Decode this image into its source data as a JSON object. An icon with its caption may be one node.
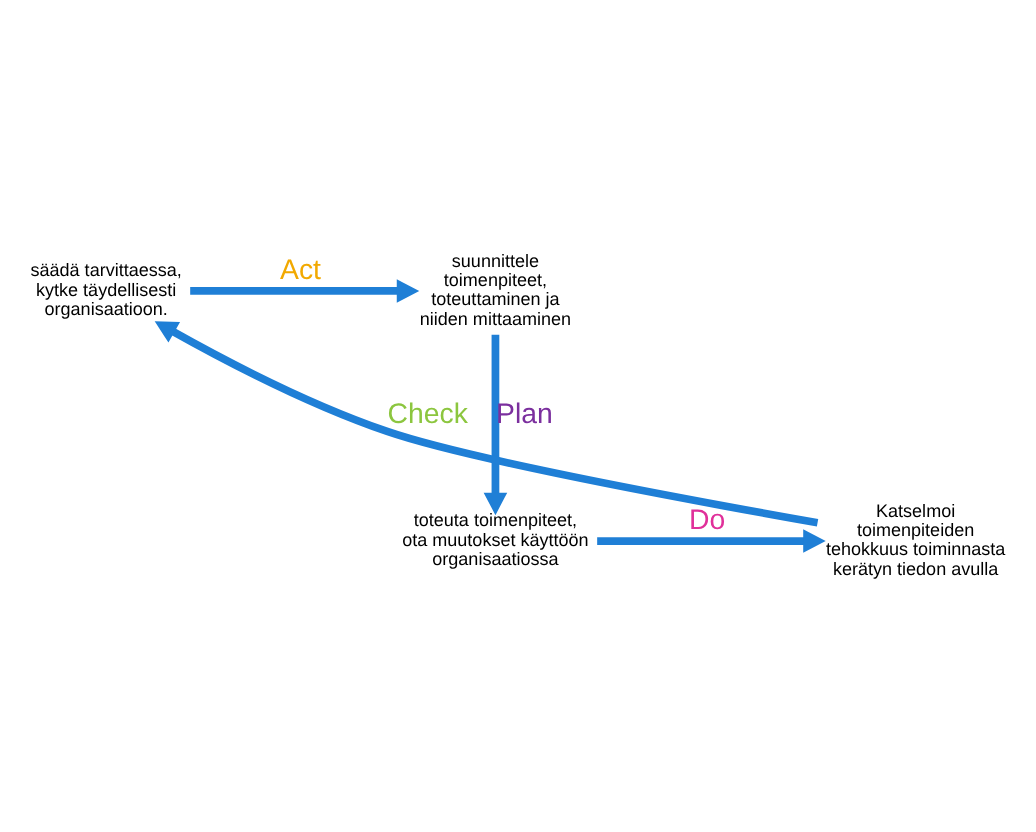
{
  "diagram": {
    "nodes": [
      {
        "text": [
          "säädä tarvittaessa, kytke täydellisesti organisaatioon."
        ]
      },
      {
        "text": [
          "suunnittele toimenpiteet, toteuttaminen ja niiden mittaaminen"
        ]
      },
      {
        "text": [
          "toteuta toimenpiteet, ota muutokset käyttöön organisaatiossa"
        ]
      },
      {
        "text": [
          "Katselmoi toimenpiteiden tehokkuus toiminnasta kerätyn tiedon avulla"
        ]
      }
    ],
    "edges": [
      {
        "from": 0,
        "to": 1,
        "arrow": "to",
        "label": "Act"
      },
      {
        "from": 1,
        "to": 2,
        "arrow": "to",
        "label": "Plan"
      },
      {
        "from": 2,
        "to": 3,
        "arrow": "to",
        "label": "Do"
      },
      {
        "from": 3,
        "to": 0,
        "arrow": "to",
        "label": "Check"
      }
    ]
  }
}
